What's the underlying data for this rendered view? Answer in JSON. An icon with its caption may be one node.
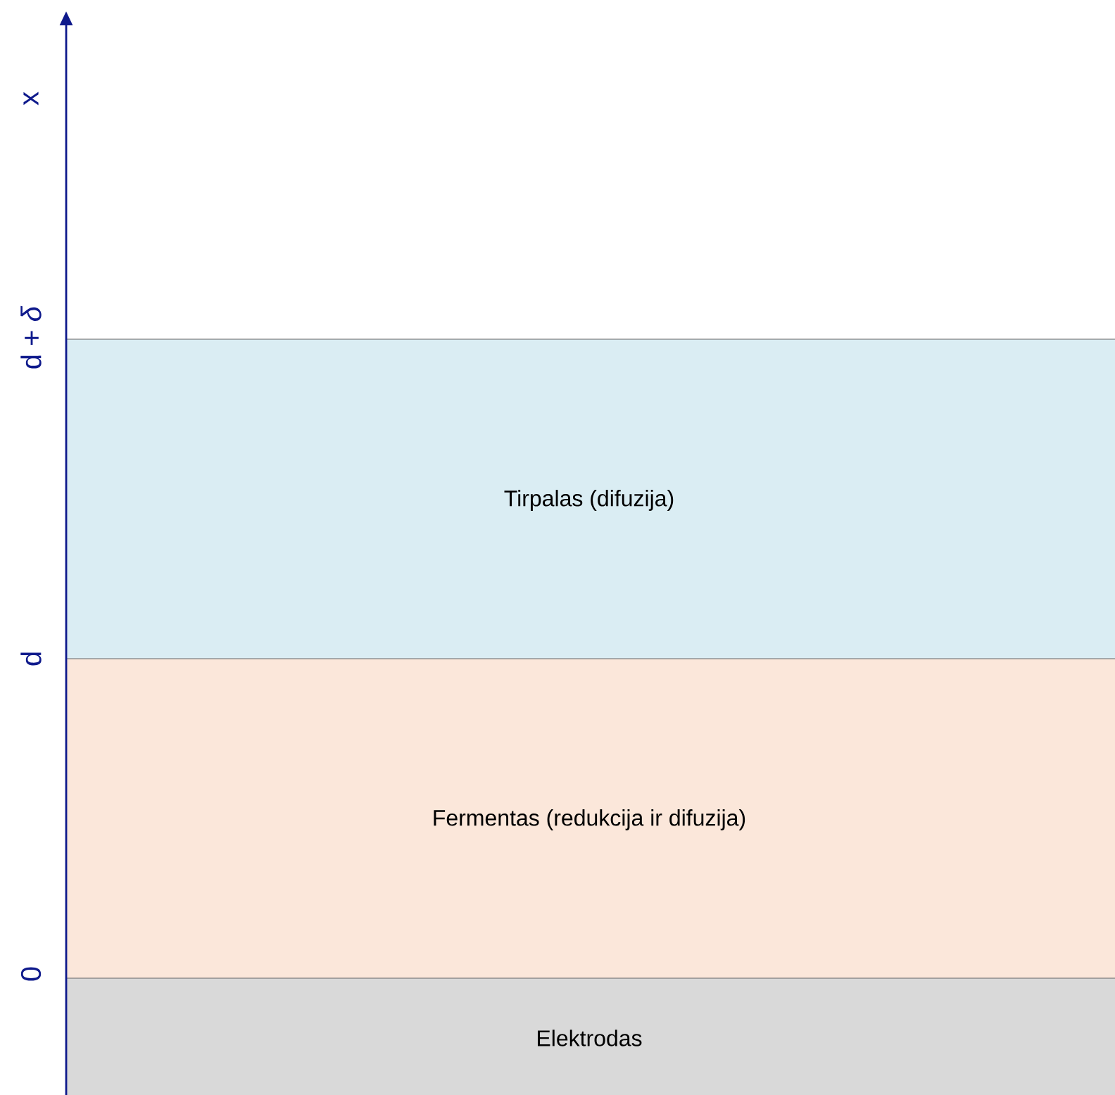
{
  "diagram": {
    "nodes": [
      {
        "text": [
          "Tirpalas (difuzija)"
        ]
      },
      {
        "text": [
          "Fermentas (redukcija ir difuzija)"
        ]
      },
      {
        "text": [
          "Elektrodas"
        ]
      }
    ],
    "labels": [
      "x",
      "d + *δ*",
      "d",
      "0"
    ]
  }
}
